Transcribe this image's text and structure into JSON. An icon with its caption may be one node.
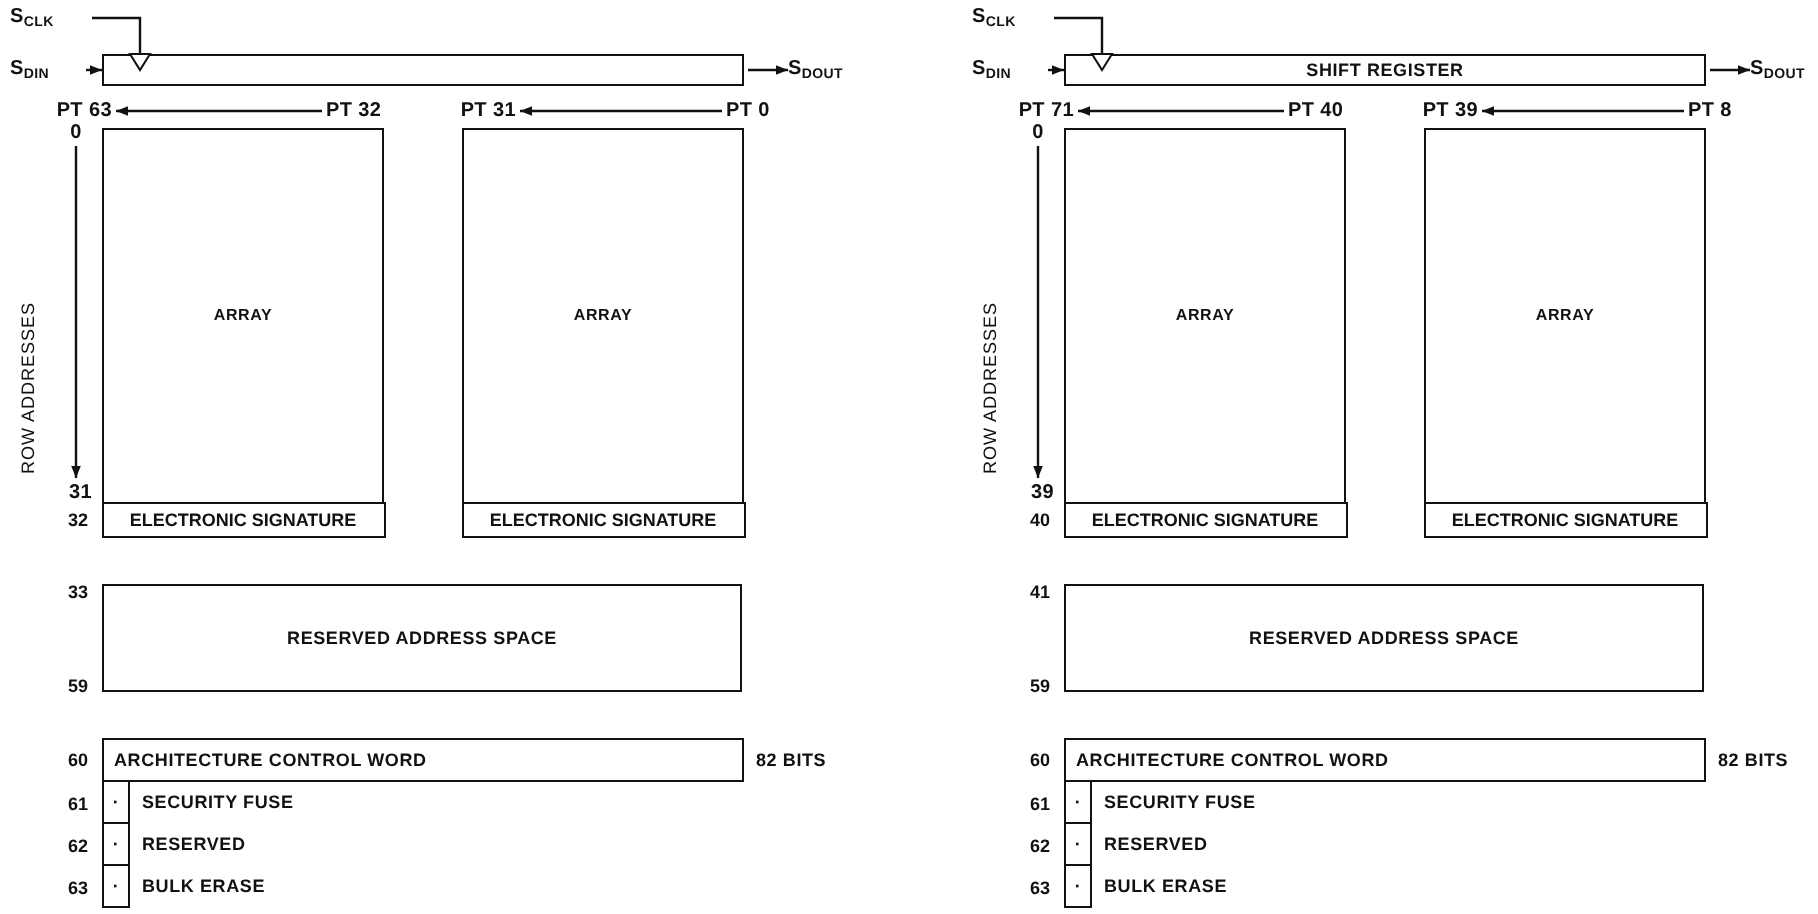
{
  "diagram": {
    "nodes": [
      {
        "text": [
          "S$_{CLK}$"
        ]
      },
      {
        "text": [
          "S$_{DIN}$"
        ]
      },
      {
        "text": [],
        "shape": "box"
      },
      {
        "text": [
          "S$_{DOUT}$"
        ]
      },
      {
        "text": [
          "PT 63"
        ]
      },
      {
        "text": [
          "PT 32"
        ]
      },
      {
        "text": [
          "PT 31"
        ]
      },
      {
        "text": [
          "PT 0"
        ]
      },
      {
        "text": [
          "0"
        ]
      },
      {
        "text": [
          "31"
        ]
      },
      {
        "text": [
          "ARRAY"
        ]
      },
      {
        "text": [
          "ELECTRONIC SIGNATURE"
        ],
        "in": 10
      },
      {
        "text": [
          "ARRAY"
        ]
      },
      {
        "text": [
          "ELECTRONIC SIGNATURE"
        ],
        "in": 12
      },
      {
        "text": [
          "RESERVED ADDRESS SPACE"
        ]
      },
      {
        "text": [
          "ARCHITECTURE CONTROL WORD"
        ],
        "beside": [
          "82 BITS"
        ]
      },
      {
        "text": [
          "·"
        ],
        "beside": [
          "SECURITY FUSE"
        ]
      },
      {
        "text": [
          "·"
        ],
        "beside": [
          "RESERVED"
        ]
      },
      {
        "text": [
          "·"
        ],
        "beside": [
          "BULK ERASE"
        ]
      },
      {
        "text": [
          "S$_{CLK}$"
        ]
      },
      {
        "text": [
          "S$_{DIN}$"
        ]
      },
      {
        "text": [
          "SHIFT REGISTER"
        ]
      },
      {
        "text": [
          "S$_{DOUT}$"
        ]
      },
      {
        "text": [
          "PT 71"
        ]
      },
      {
        "text": [
          "PT 40"
        ]
      },
      {
        "text": [
          "PT 39"
        ]
      },
      {
        "text": [
          "PT 8"
        ]
      },
      {
        "text": [
          "0"
        ]
      },
      {
        "text": [
          "39"
        ]
      },
      {
        "text": [
          "ARRAY"
        ]
      },
      {
        "text": [
          "ELECTRONIC SIGNATURE"
        ],
        "in": 29
      },
      {
        "text": [
          "ARRAY"
        ]
      },
      {
        "text": [
          "ELECTRONIC SIGNATURE"
        ],
        "in": 31
      },
      {
        "text": [
          "RESERVED ADDRESS SPACE"
        ]
      },
      {
        "text": [
          "ARCHITECTURE CONTROL WORD"
        ],
        "beside": [
          "82 BITS"
        ]
      },
      {
        "text": [
          "·"
        ],
        "beside": [
          "SECURITY FUSE"
        ]
      },
      {
        "text": [
          "·"
        ],
        "beside": [
          "RESERVED"
        ]
      },
      {
        "text": [
          "·"
        ],
        "beside": [
          "BULK ERASE"
        ]
      }
    ],
    "edges": [
      {
        "from": 0,
        "to": 2,
        "arrow": "to"
      },
      {
        "from": 1,
        "to": 2,
        "arrow": "to"
      },
      {
        "from": 2,
        "to": 3,
        "arrow": "to"
      },
      {
        "from": 5,
        "to": 4,
        "arrow": "to"
      },
      {
        "from": 7,
        "to": 6,
        "arrow": "to"
      },
      {
        "from": 8,
        "to": 9,
        "arrow": "to"
      },
      {
        "from": 19,
        "to": 21,
        "arrow": "to"
      },
      {
        "from": 20,
        "to": 21,
        "arrow": "to"
      },
      {
        "from": 21,
        "to": 22,
        "arrow": "to"
      },
      {
        "from": 24,
        "to": 23,
        "arrow": "to"
      },
      {
        "from": 26,
        "to": 25,
        "arrow": "to"
      },
      {
        "from": 27,
        "to": 28,
        "arrow": "to"
      }
    ],
    "labels": [
      "ROW ADDRESSES",
      "32",
      "33",
      "59",
      "60",
      "61",
      "62",
      "63",
      "ROW ADDRESSES",
      "40",
      "41",
      "59",
      "60",
      "61",
      "62",
      "63"
    ]
  }
}
